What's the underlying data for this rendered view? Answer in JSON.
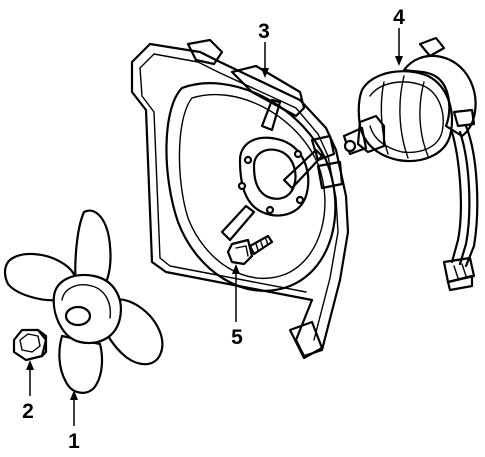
{
  "diagram": {
    "callouts": [
      {
        "id": "fan-blade",
        "label": "1"
      },
      {
        "id": "nut",
        "label": "2"
      },
      {
        "id": "fan-shroud",
        "label": "3"
      },
      {
        "id": "fan-motor",
        "label": "4"
      },
      {
        "id": "bolt",
        "label": "5"
      }
    ],
    "colors": {
      "line": "#000000",
      "background": "#ffffff"
    }
  }
}
